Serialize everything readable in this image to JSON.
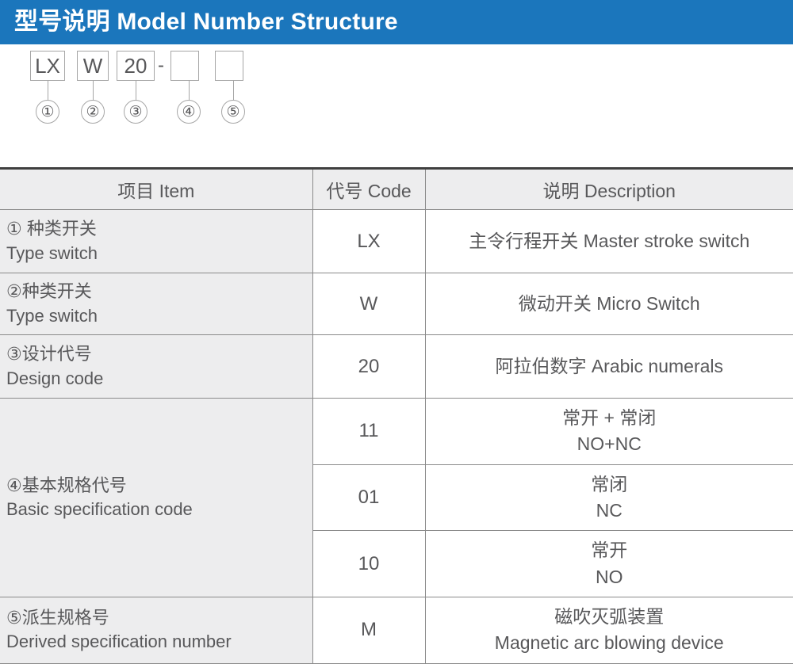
{
  "header": {
    "title": "型号说明 Model Number Structure",
    "bar_color": "#1b76bc"
  },
  "model_diagram": {
    "boxes": [
      {
        "label": "LX",
        "marker": "①"
      },
      {
        "label": "W",
        "marker": "②"
      },
      {
        "label": "20",
        "marker": "③"
      },
      {
        "label": "",
        "marker": "④"
      },
      {
        "label": "",
        "marker": "⑤"
      }
    ],
    "separator": "-"
  },
  "table": {
    "headers": {
      "item": "项目 Item",
      "code": "代号 Code",
      "description": "说明 Description"
    },
    "rows": [
      {
        "item_cn": "① 种类开关",
        "item_en": "Type switch",
        "code": "LX",
        "desc_lines": [
          "主令行程开关 Master stroke switch"
        ]
      },
      {
        "item_cn": "②种类开关",
        "item_en": "Type switch",
        "code": "W",
        "desc_lines": [
          "微动开关 Micro Switch"
        ]
      },
      {
        "item_cn": "③设计代号",
        "item_en": "Design code",
        "code": "20",
        "desc_lines": [
          "阿拉伯数字 Arabic numerals"
        ]
      },
      {
        "item_cn": "④基本规格代号",
        "item_en": "Basic specification code",
        "sub_rows": [
          {
            "code": "11",
            "desc_lines": [
              "常开 + 常闭",
              "NO+NC"
            ]
          },
          {
            "code": "01",
            "desc_lines": [
              "常闭",
              "NC"
            ]
          },
          {
            "code": "10",
            "desc_lines": [
              "常开",
              "NO"
            ]
          }
        ]
      },
      {
        "item_cn": "⑤派生规格号",
        "item_en": "Derived specification number",
        "code": "M",
        "desc_lines": [
          "磁吹灭弧装置",
          "Magnetic arc blowing device"
        ]
      }
    ]
  }
}
